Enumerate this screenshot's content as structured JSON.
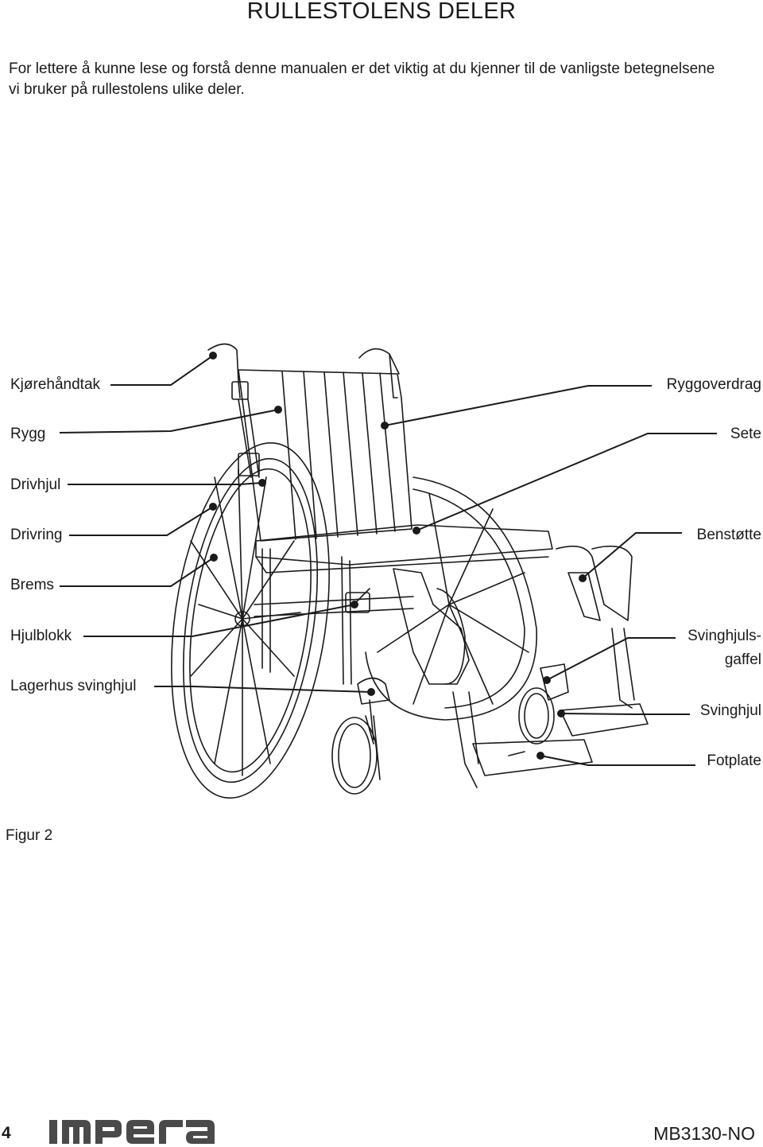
{
  "page": {
    "title": "RULLESTOLENS DELER",
    "intro": "For lettere å kunne lese og forstå denne manualen er det viktig at du kjenner til de vanligste betegnelsene vi bruker på rullestolens ulike deler.",
    "figure_caption": "Figur 2",
    "page_number": "4",
    "brand": "IMPERA",
    "document_code": "MB3130-NO"
  },
  "labels": {
    "left": [
      "Kjørehåndtak",
      "Rygg",
      "Drivhjul",
      "Drivring",
      "Brems",
      "Hjulblokk",
      "Lagerhus svinghjul"
    ],
    "right": [
      "Ryggoverdrag",
      "Sete",
      "Benstøtte",
      "Svinghjuls-",
      "gaffel",
      "Svinghjul",
      "Fotplate"
    ]
  },
  "colors": {
    "ink": "#1a1a1a",
    "logo": "#4a4a4a"
  }
}
